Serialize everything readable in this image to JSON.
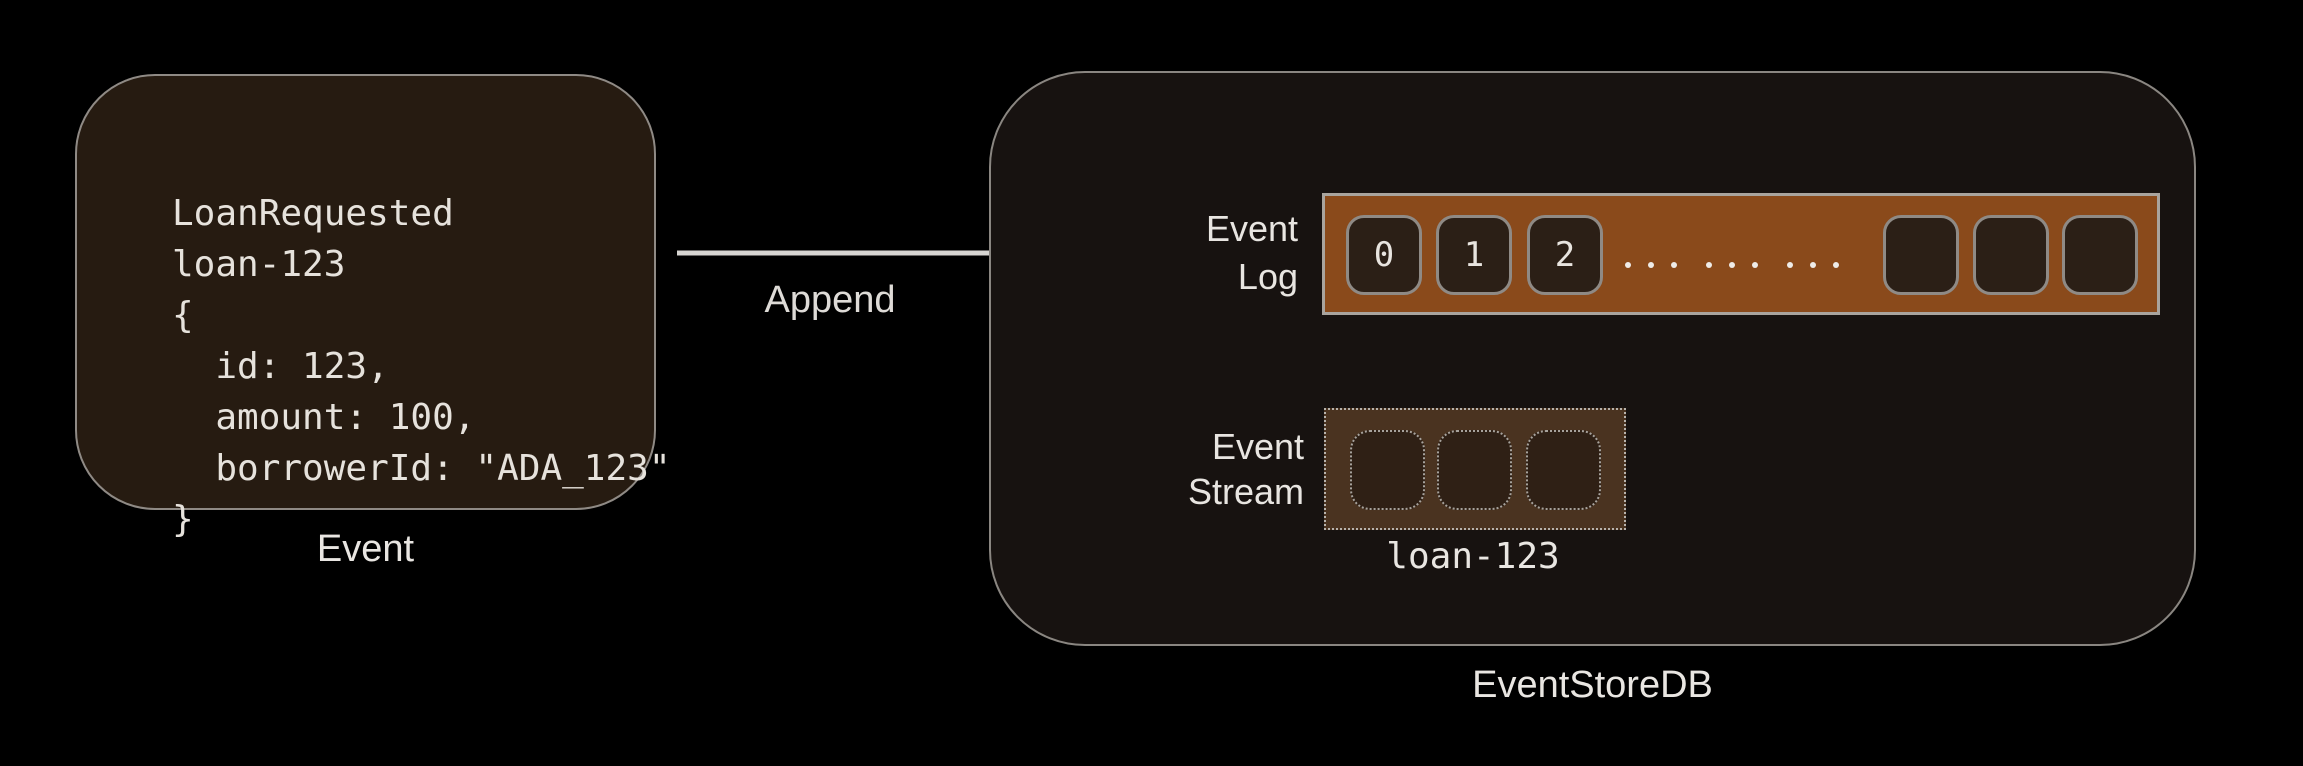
{
  "diagram": {
    "event_card": {
      "code_lines": [
        "LoanRequested",
        "loan-123",
        "{",
        "  id: 123,",
        "  amount: 100,",
        "  borrowerId: \"ADA_123\"",
        "}"
      ],
      "caption": "Event"
    },
    "append_arrow": {
      "label": "Append"
    },
    "eventstoredb": {
      "caption": "EventStoreDB",
      "event_log": {
        "label_line1": "Event",
        "label_line2": "Log",
        "numbered_cells": [
          "0",
          "1",
          "2"
        ],
        "ellipsis": "... ... ...",
        "empty_cell_count": 3
      },
      "event_stream": {
        "label_line1": "Event",
        "label_line2": "Stream",
        "stream_name": "loan-123",
        "empty_cell_count": 3
      }
    },
    "colors": {
      "background": "#000000",
      "event_card_fill": "#261b11",
      "container_fill": "#171210",
      "event_log_fill": "#8a4a1b",
      "log_cell_fill": "#2b1f16",
      "stream_box_fill": "#4a3320",
      "stream_cell_fill": "#2f2015",
      "text": "#e8e5e1",
      "arrow": "#d7d5d2"
    }
  }
}
